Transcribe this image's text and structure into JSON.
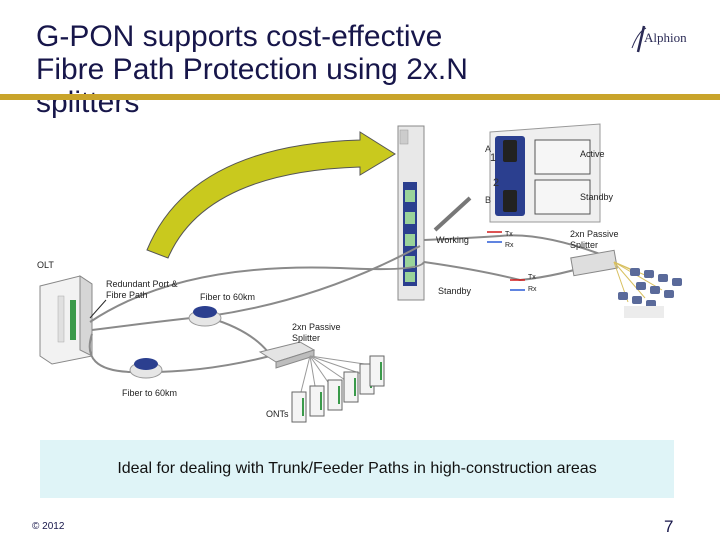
{
  "slide": {
    "title": "G-PON supports cost-effective Fibre Path Protection using 2x.N splitters",
    "logo_text": "Alphion",
    "callout": "Ideal for dealing with Trunk/Feeder Paths in high-construction areas",
    "footer": "© 2012",
    "page_number": "7"
  },
  "diagram": {
    "active": "Active",
    "standby_top": "Standby",
    "port_1": "1",
    "port_2": "2",
    "port_a": "A",
    "port_b": "B",
    "working": "Working",
    "standby": "Standby",
    "tx1": "Tx",
    "rx1": "Rx",
    "tx2": "Tx",
    "rx2": "Rx",
    "splitter_right": "2xn Passive Splitter",
    "olt": "OLT",
    "redundant": "Redundant Port & Fibre Path",
    "fiber_top": "Fiber to 60km",
    "splitter_mid": "2xn Passive Splitter",
    "fiber_bottom": "Fiber to 60km",
    "onts": "ONTs"
  },
  "colors": {
    "title": "#17164a",
    "bar": "#c9a42a",
    "arrow": "#c9c91e",
    "callout_bg": "#dff4f7",
    "card_blue": "#2b3f8f"
  }
}
